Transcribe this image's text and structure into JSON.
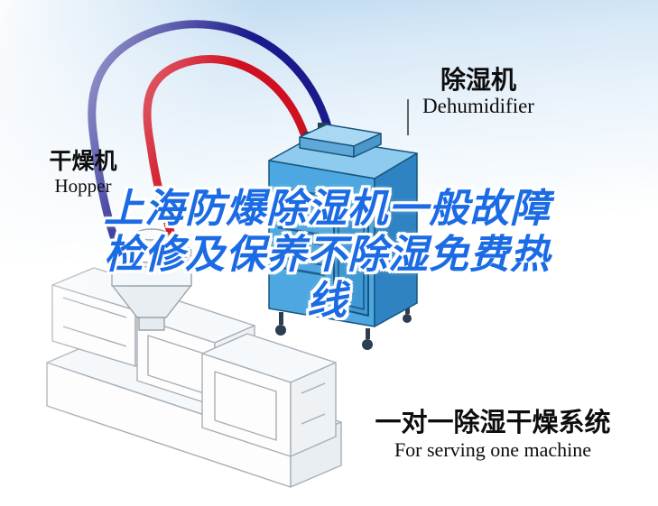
{
  "callouts": {
    "dehumidifier": {
      "cn": "除湿机",
      "en": "Dehumidifier"
    },
    "hopper": {
      "cn": "干燥机",
      "en": "Hopper"
    }
  },
  "headline": {
    "full": "上海防爆除湿机一般故障检修及保养不除湿免费热线",
    "line1": "上海防爆除湿机一般故障",
    "line2": "检修及保养不除湿免费热",
    "line3": "线",
    "color": "#1a6be4"
  },
  "caption": {
    "cn": "一对一除湿干燥系统",
    "en": "For serving one machine"
  },
  "illustration": {
    "parts": [
      "dehumidifier-cabinet",
      "hopper-dryer",
      "injection-molding-machine",
      "supply-pipe-red",
      "return-pipe-navy"
    ],
    "colors": {
      "pipe_red": "#d01020",
      "pipe_navy": "#1a1a8c",
      "cabinet_front": "#4da7e0",
      "cabinet_side": "#2f83c2",
      "cabinet_top": "#8ecbee"
    }
  }
}
